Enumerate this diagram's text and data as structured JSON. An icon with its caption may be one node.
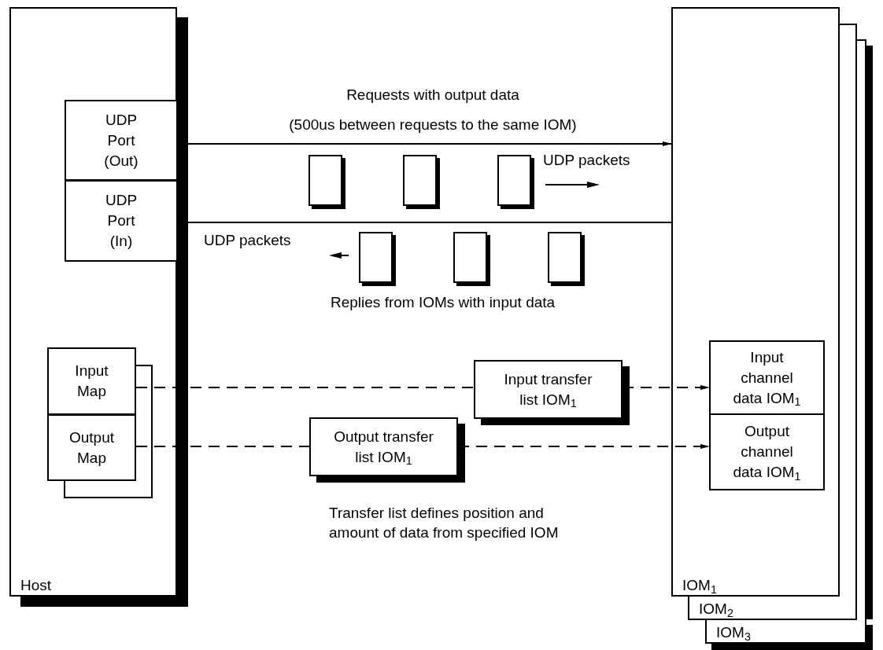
{
  "diagram": {
    "nodes": [
      {
        "text": [
          "Host"
        ]
      },
      {
        "text": [
          "UDP Port (Out)"
        ],
        "in": 0
      },
      {
        "text": [
          "UDP Port (In)"
        ],
        "in": 0
      },
      {
        "text": [
          "Input Map"
        ],
        "in": 0
      },
      {
        "text": [
          "Output Map"
        ],
        "in": 0
      },
      {
        "text": [
          "IOM$_{1}$"
        ]
      },
      {
        "text": [
          "IOM$_{2}$"
        ]
      },
      {
        "text": [
          "IOM$_{3}$"
        ]
      },
      {
        "text": [
          "Input channel data IOM$_{1}$"
        ],
        "in": 5
      },
      {
        "text": [
          "Output channel data IOM$_{1}$"
        ],
        "in": 5
      },
      {
        "text": [
          "Input transfer list IOM$_{1}$"
        ]
      },
      {
        "text": [
          "Output transfer list IOM$_{1}$"
        ]
      },
      {
        "text": [],
        "shape": "box"
      },
      {
        "text": [],
        "shape": "box"
      },
      {
        "text": [],
        "shape": "box"
      },
      {
        "text": [],
        "shape": "box"
      },
      {
        "text": [],
        "shape": "box"
      },
      {
        "text": [],
        "shape": "box"
      }
    ],
    "edges": [
      {
        "from": 1,
        "to": 5,
        "arrow": "to"
      },
      {
        "from": 5,
        "to": 2,
        "arrow": "to"
      },
      {
        "from": 3,
        "to": 10,
        "arrow": "none",
        "style": "dashed"
      },
      {
        "from": 10,
        "to": 8,
        "arrow": "to",
        "style": "dashed"
      },
      {
        "from": 4,
        "to": 11,
        "arrow": "none",
        "style": "dashed"
      },
      {
        "from": 11,
        "to": 9,
        "arrow": "to",
        "style": "dashed"
      }
    ],
    "labels": [
      "Requests with output data",
      "(500us between requests to the same IOM)",
      "UDP packets",
      "UDP packets",
      "Replies from IOMs with input data",
      "Transfer list defines position and amount of data from specified IOM"
    ]
  }
}
